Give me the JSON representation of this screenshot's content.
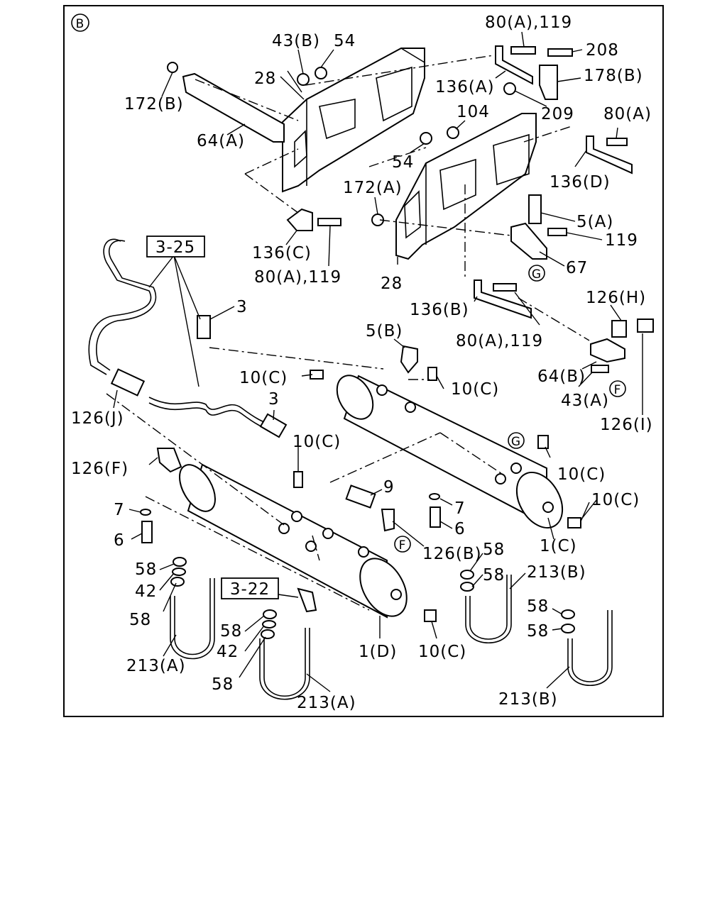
{
  "section_marker": "B",
  "references": [
    {
      "id": "ref-3-25",
      "text": "3-25"
    },
    {
      "id": "ref-3-22",
      "text": "3-22"
    }
  ],
  "callouts": [
    {
      "id": "circle-g1",
      "text": "G"
    },
    {
      "id": "circle-g2",
      "text": "G"
    },
    {
      "id": "circle-f1",
      "text": "F"
    },
    {
      "id": "circle-f2",
      "text": "F"
    }
  ],
  "labels": [
    {
      "id": "l80a119-top",
      "text": "80(A),119"
    },
    {
      "id": "l208",
      "text": "208"
    },
    {
      "id": "l43b",
      "text": "43(B)"
    },
    {
      "id": "l54-top",
      "text": "54"
    },
    {
      "id": "l28-top",
      "text": "28"
    },
    {
      "id": "l136a",
      "text": "136(A)"
    },
    {
      "id": "l178b",
      "text": "178(B)"
    },
    {
      "id": "l172b",
      "text": "172(B)"
    },
    {
      "id": "l104",
      "text": "104"
    },
    {
      "id": "l209",
      "text": "209"
    },
    {
      "id": "l80a-right",
      "text": "80(A)"
    },
    {
      "id": "l64a",
      "text": "64(A)"
    },
    {
      "id": "l54-mid",
      "text": "54"
    },
    {
      "id": "l136d",
      "text": "136(D)"
    },
    {
      "id": "l172a",
      "text": "172(A)"
    },
    {
      "id": "l5a",
      "text": "5(A)"
    },
    {
      "id": "l119",
      "text": "119"
    },
    {
      "id": "l136c",
      "text": "136(C)"
    },
    {
      "id": "l67",
      "text": "67"
    },
    {
      "id": "l80a119-left",
      "text": "80(A),119"
    },
    {
      "id": "l28-bot",
      "text": "28"
    },
    {
      "id": "l136b",
      "text": "136(B)"
    },
    {
      "id": "l126h",
      "text": "126(H)"
    },
    {
      "id": "l3-top",
      "text": "3"
    },
    {
      "id": "l5b",
      "text": "5(B)"
    },
    {
      "id": "l80a119-mid",
      "text": "80(A),119"
    },
    {
      "id": "l64b",
      "text": "64(B)"
    },
    {
      "id": "l10c-a",
      "text": "10(C)"
    },
    {
      "id": "l10c-b",
      "text": "10(C)"
    },
    {
      "id": "l43a",
      "text": "43(A)"
    },
    {
      "id": "l126j",
      "text": "126(J)"
    },
    {
      "id": "l3-mid",
      "text": "3"
    },
    {
      "id": "l126i",
      "text": "126(I)"
    },
    {
      "id": "l10c-c",
      "text": "10(C)"
    },
    {
      "id": "l10c-d",
      "text": "10(C)"
    },
    {
      "id": "l126f",
      "text": "126(F)"
    },
    {
      "id": "l9",
      "text": "9"
    },
    {
      "id": "l10c-e",
      "text": "10(C)"
    },
    {
      "id": "l7-left",
      "text": "7"
    },
    {
      "id": "l7-right",
      "text": "7"
    },
    {
      "id": "l6-left",
      "text": "6"
    },
    {
      "id": "l6-right",
      "text": "6"
    },
    {
      "id": "l126b",
      "text": "126(B)"
    },
    {
      "id": "l1c",
      "text": "1(C)"
    },
    {
      "id": "l58-a",
      "text": "58"
    },
    {
      "id": "l58-b",
      "text": "58"
    },
    {
      "id": "l213b-top",
      "text": "213(B)"
    },
    {
      "id": "l58-c",
      "text": "58"
    },
    {
      "id": "l42-a",
      "text": "42"
    },
    {
      "id": "l58-d",
      "text": "58"
    },
    {
      "id": "l58-e",
      "text": "58"
    },
    {
      "id": "l58-f",
      "text": "58"
    },
    {
      "id": "l58-g",
      "text": "58"
    },
    {
      "id": "l42-b",
      "text": "42"
    },
    {
      "id": "l1d",
      "text": "1(D)"
    },
    {
      "id": "l10c-f",
      "text": "10(C)"
    },
    {
      "id": "l213a-left",
      "text": "213(A)"
    },
    {
      "id": "l58-h",
      "text": "58"
    },
    {
      "id": "l213a-bot",
      "text": "213(A)"
    },
    {
      "id": "l213b-bot",
      "text": "213(B)"
    }
  ]
}
